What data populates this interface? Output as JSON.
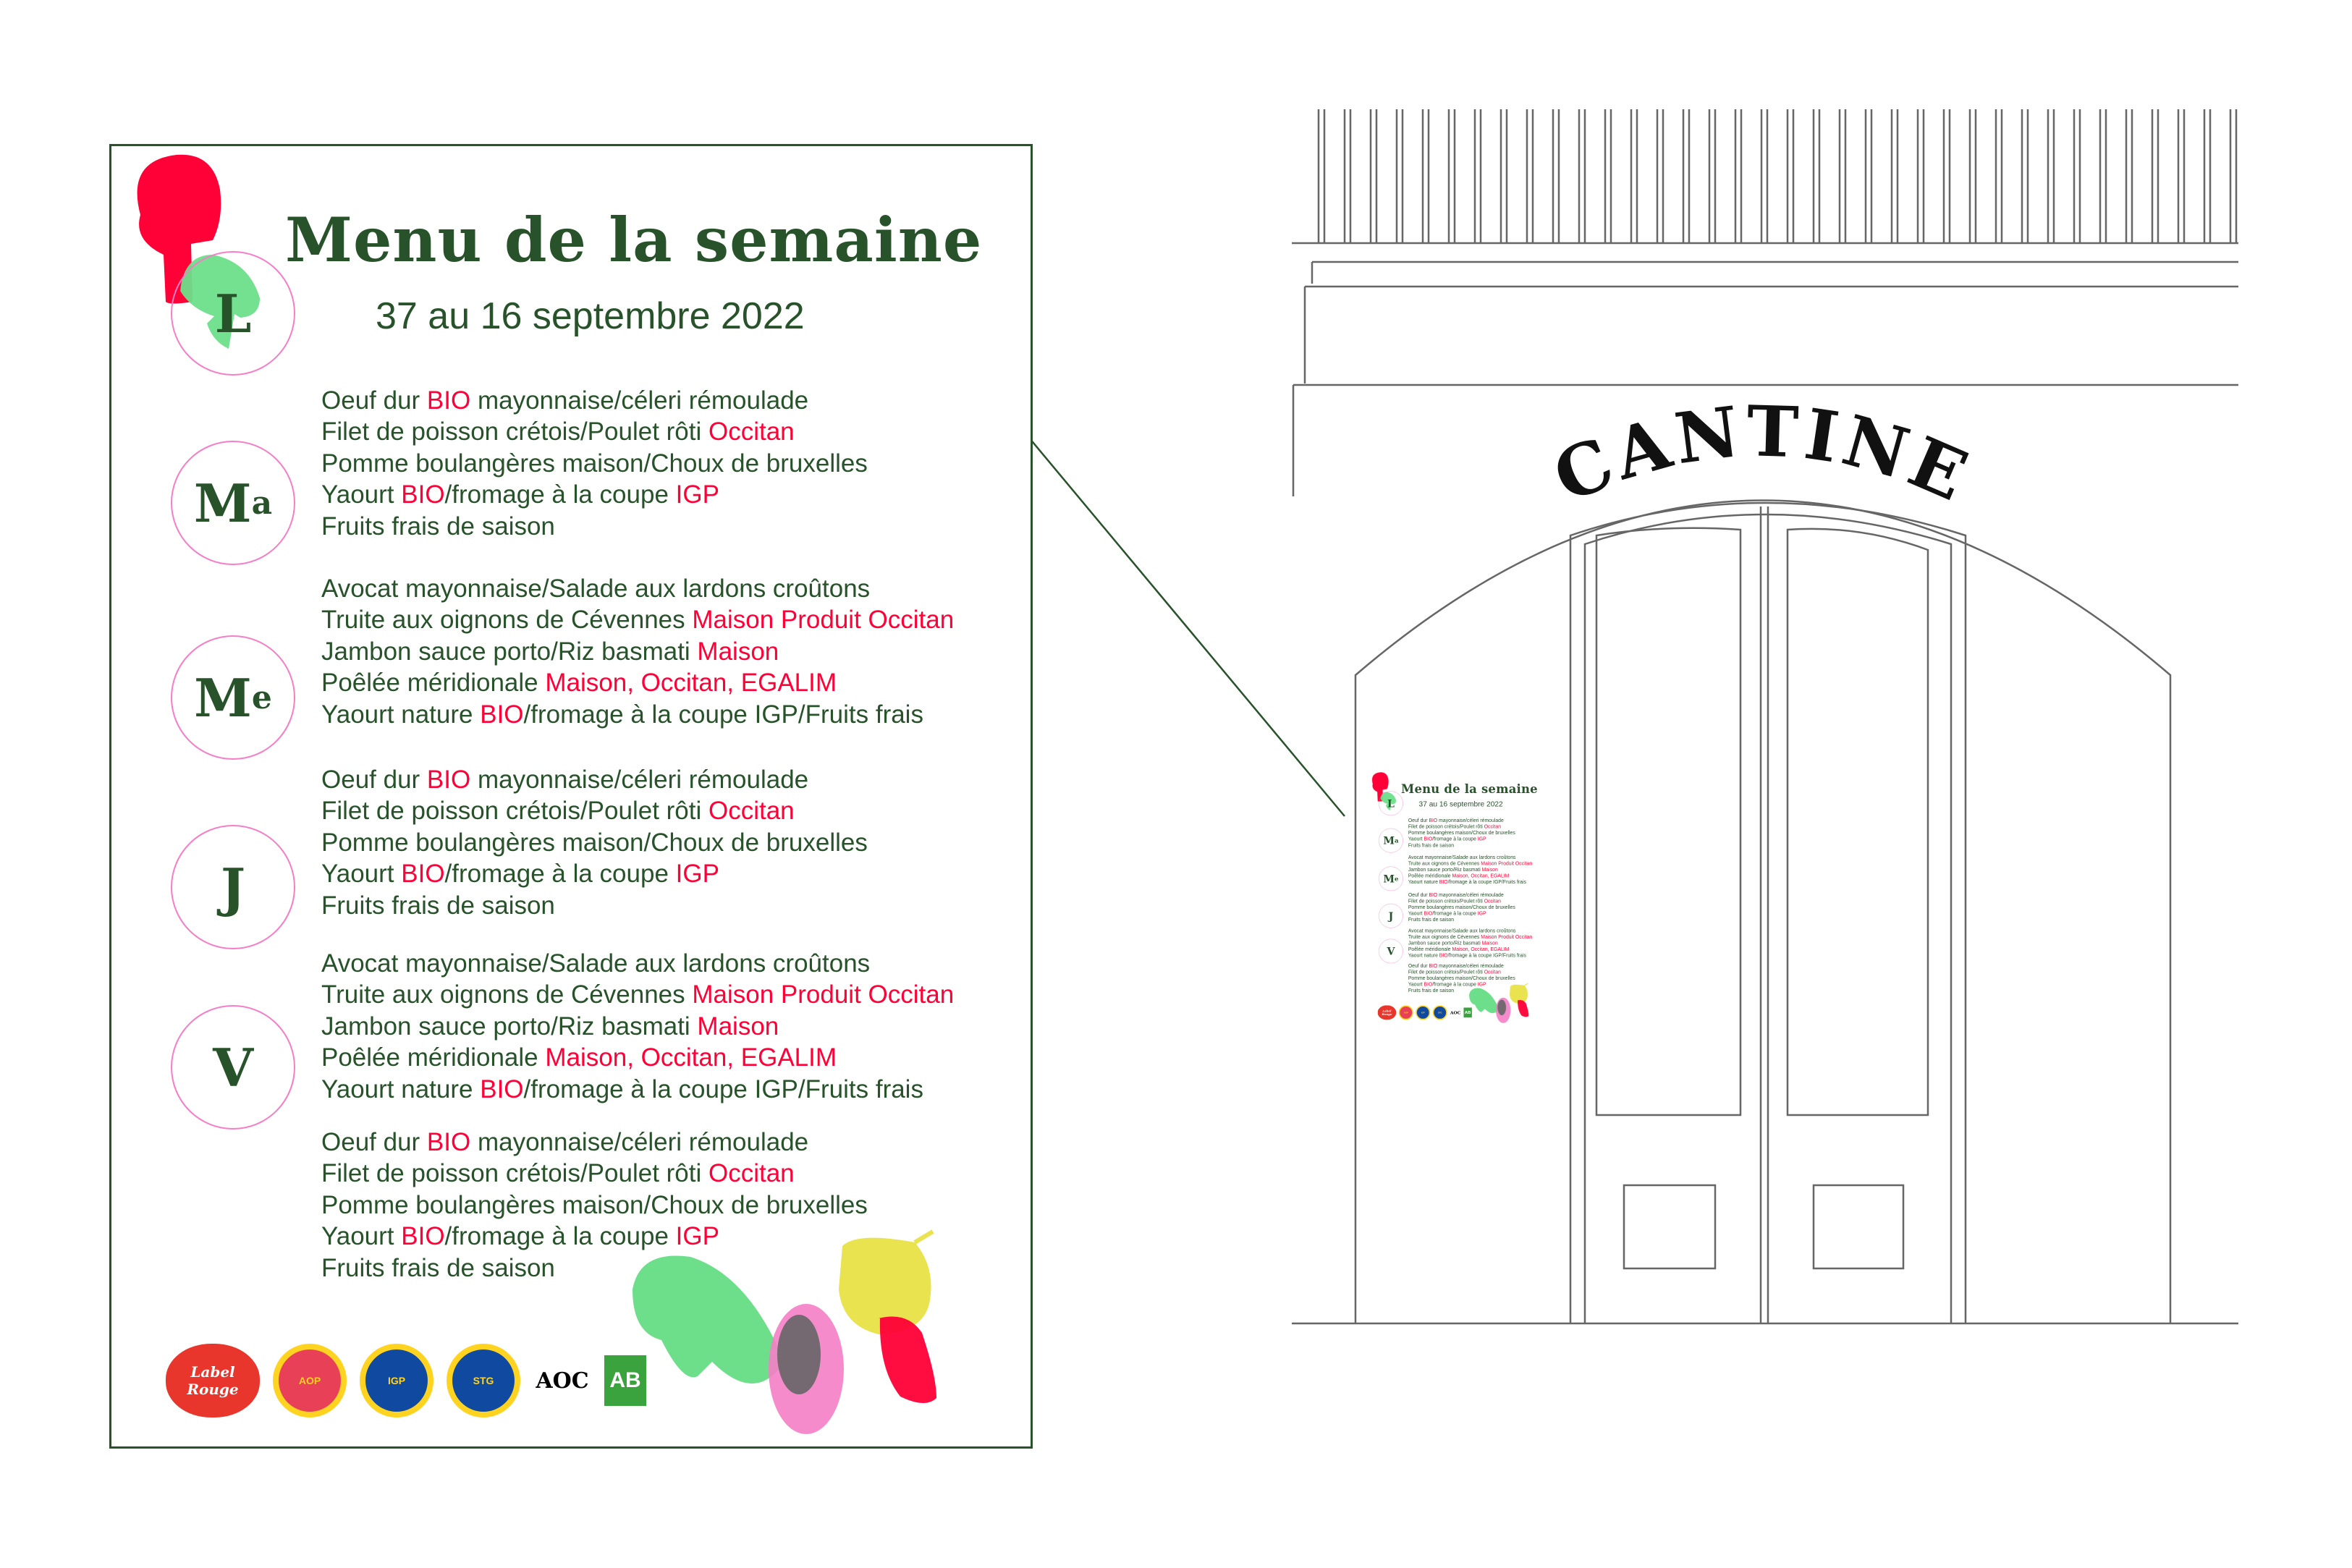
{
  "menu": {
    "title": "Menu de la semaine",
    "subtitle": "37 au 16 septembre 2022",
    "days": [
      {
        "letter": "L",
        "sup": "",
        "lines": [
          [
            {
              "t": "Oeuf dur "
            },
            {
              "t": "BIO",
              "r": 1
            },
            {
              "t": " mayonnaise/céleri rémoulade"
            }
          ],
          [
            {
              "t": "Filet de poisson crétois/Poulet rôti "
            },
            {
              "t": "Occitan",
              "r": 1
            }
          ],
          [
            {
              "t": "Pomme boulangères maison/Choux de bruxelles"
            }
          ],
          [
            {
              "t": "Yaourt "
            },
            {
              "t": "BIO",
              "r": 1
            },
            {
              "t": "/fromage à la coupe "
            },
            {
              "t": "IGP",
              "r": 1
            }
          ],
          [
            {
              "t": "Fruits frais de saison"
            }
          ]
        ]
      },
      {
        "letter": "M",
        "sup": "a",
        "lines": [
          [
            {
              "t": "Avocat mayonnaise/Salade aux lardons croûtons"
            }
          ],
          [
            {
              "t": "Truite aux oignons de Cévennes "
            },
            {
              "t": "Maison Produit Occitan",
              "r": 1
            }
          ],
          [
            {
              "t": "Jambon sauce porto/Riz basmati "
            },
            {
              "t": "Maison",
              "r": 1
            }
          ],
          [
            {
              "t": "Poêlée méridionale "
            },
            {
              "t": "Maison, Occitan, EGALIM",
              "r": 1
            }
          ],
          [
            {
              "t": "Yaourt nature "
            },
            {
              "t": "BIO",
              "r": 1
            },
            {
              "t": "/fromage à la coupe IGP/Fruits frais"
            }
          ]
        ]
      },
      {
        "letter": "M",
        "sup": "e",
        "lines": [
          [
            {
              "t": "Oeuf dur "
            },
            {
              "t": "BIO",
              "r": 1
            },
            {
              "t": " mayonnaise/céleri rémoulade"
            }
          ],
          [
            {
              "t": "Filet de poisson crétois/Poulet rôti "
            },
            {
              "t": "Occitan",
              "r": 1
            }
          ],
          [
            {
              "t": "Pomme boulangères maison/Choux de bruxelles"
            }
          ],
          [
            {
              "t": "Yaourt "
            },
            {
              "t": "BIO",
              "r": 1
            },
            {
              "t": "/fromage à la coupe "
            },
            {
              "t": "IGP",
              "r": 1
            }
          ],
          [
            {
              "t": "Fruits frais de saison"
            }
          ]
        ]
      },
      {
        "letter": "J",
        "sup": "",
        "lines": [
          [
            {
              "t": "Avocat mayonnaise/Salade aux lardons croûtons"
            }
          ],
          [
            {
              "t": "Truite aux oignons de Cévennes "
            },
            {
              "t": "Maison Produit Occitan",
              "r": 1
            }
          ],
          [
            {
              "t": "Jambon sauce porto/Riz basmati "
            },
            {
              "t": "Maison",
              "r": 1
            }
          ],
          [
            {
              "t": "Poêlée méridionale "
            },
            {
              "t": "Maison, Occitan, EGALIM",
              "r": 1
            }
          ],
          [
            {
              "t": "Yaourt nature "
            },
            {
              "t": "BIO",
              "r": 1
            },
            {
              "t": "/fromage à la coupe IGP/Fruits frais"
            }
          ]
        ]
      },
      {
        "letter": "V",
        "sup": "",
        "lines": [
          [
            {
              "t": "Oeuf dur "
            },
            {
              "t": "BIO",
              "r": 1
            },
            {
              "t": " mayonnaise/céleri rémoulade"
            }
          ],
          [
            {
              "t": "Filet de poisson crétois/Poulet rôti "
            },
            {
              "t": "Occitan",
              "r": 1
            }
          ],
          [
            {
              "t": "Pomme boulangères maison/Choux de bruxelles"
            }
          ],
          [
            {
              "t": "Yaourt "
            },
            {
              "t": "BIO",
              "r": 1
            },
            {
              "t": "/fromage à la coupe "
            },
            {
              "t": "IGP",
              "r": 1
            }
          ],
          [
            {
              "t": "Fruits frais de saison"
            }
          ]
        ]
      }
    ],
    "logos": {
      "label_rouge": "Label Rouge",
      "aop": "AOP",
      "igp": "IGP",
      "stg": "STG",
      "aoc": "AOC",
      "ab": "AB"
    }
  },
  "building": {
    "sign": "CANTINE"
  },
  "colors": {
    "green": "#27522a",
    "red": "#ff0037",
    "pink": "#f57ec7",
    "light_green": "#6ddf8a",
    "yellow": "#e8e34e"
  }
}
